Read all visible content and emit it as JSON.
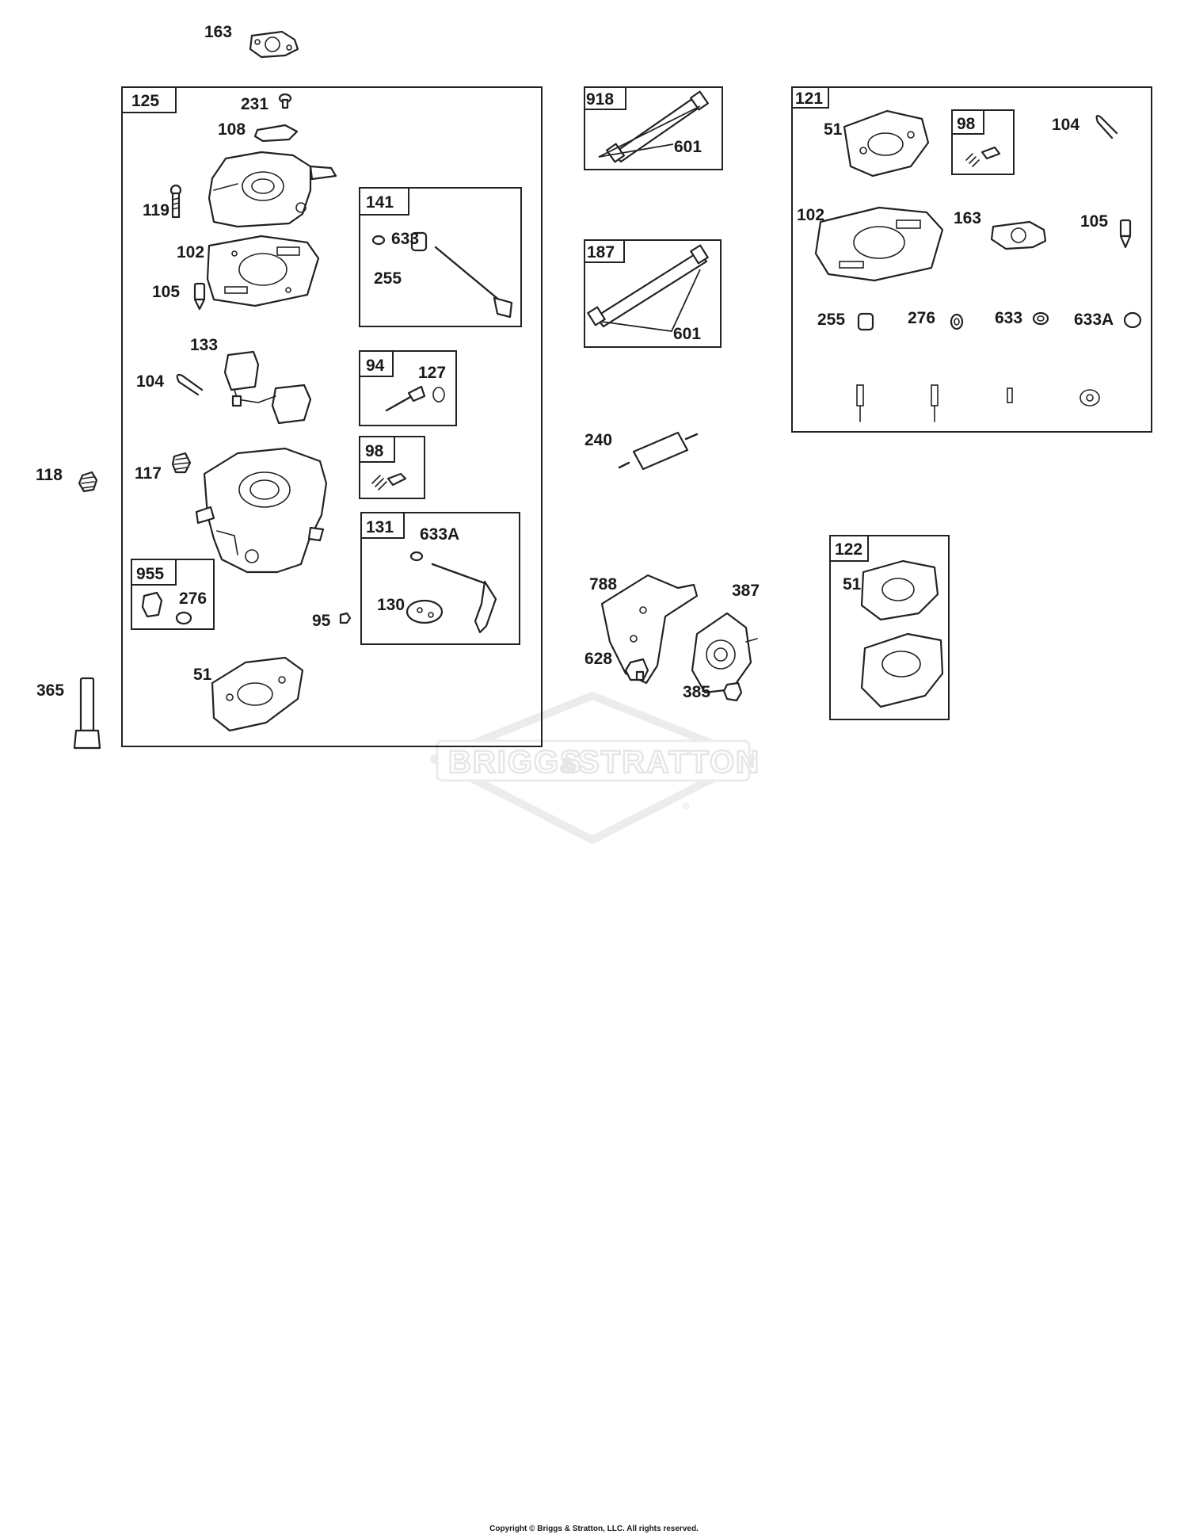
{
  "watermark": {
    "line1": "BRIGGS",
    "amp": "&",
    "line2": "STRATTON",
    "reg": "®"
  },
  "copyright": "Copyright © Briggs & Stratton, LLC. All rights reserved.",
  "kits": {
    "k125": "125",
    "k141": "141",
    "k94": "94",
    "k98a": "98",
    "k131": "131",
    "k955": "955",
    "k918": "918",
    "k187": "187",
    "k121": "121",
    "k98b": "98",
    "k122": "122"
  },
  "callouts": {
    "c163top": "163",
    "c231": "231",
    "c108": "108",
    "c119": "119",
    "c102": "102",
    "c105": "105",
    "c633": "633",
    "c255": "255",
    "c133": "133",
    "c104": "104",
    "c127": "127",
    "c118": "118",
    "c117": "117",
    "c633a": "633A",
    "c130": "130",
    "c276": "276",
    "c95": "95",
    "c51": "51",
    "c365": "365",
    "c601a": "601",
    "c601b": "601",
    "c240": "240",
    "c788": "788",
    "c387": "387",
    "c628": "628",
    "c385": "385",
    "c51r": "51",
    "c104r": "104",
    "c102r": "102",
    "c163r": "163",
    "c105r": "105",
    "c255r": "255",
    "c276r": "276",
    "c633r": "633",
    "c633ar": "633A",
    "c51k": "51"
  }
}
